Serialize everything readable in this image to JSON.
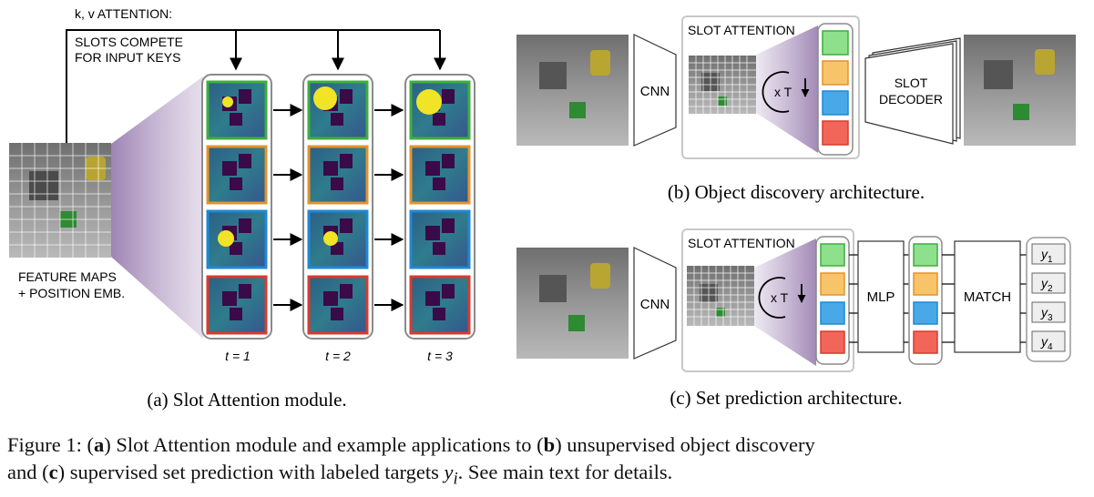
{
  "panel_a": {
    "attention_label": "k, v ATTENTION:",
    "compete_line1": "SLOTS COMPETE",
    "compete_line2": "FOR INPUT KEYS",
    "feature_line1": "FEATURE MAPS",
    "feature_line2": "+ POSITION EMB.",
    "time_labels": [
      "t = 1",
      "t = 2",
      "t = 3"
    ],
    "caption": "(a) Slot Attention module."
  },
  "panel_b": {
    "encoder": "CNN",
    "module_title": "SLOT ATTENTION",
    "iter_label": "x T",
    "decoder_line1": "SLOT",
    "decoder_line2": "DECODER",
    "caption": "(b) Object discovery architecture."
  },
  "panel_c": {
    "encoder": "CNN",
    "module_title": "SLOT ATTENTION",
    "iter_label": "x T",
    "mlp": "MLP",
    "match": "MATCH",
    "targets": [
      "y1",
      "y2",
      "y3",
      "y4"
    ],
    "caption": "(c) Set prediction architecture."
  },
  "slot_colors": [
    "#8fe08c",
    "#f7c46a",
    "#49a9e8",
    "#f2665a"
  ],
  "slot_border_colors": [
    "#3fae3b",
    "#e4932b",
    "#1f88d6",
    "#d93a2e"
  ],
  "figure_caption": {
    "prefix": "Figure 1: (",
    "a": "a",
    "t1": ") Slot Attention module and example applications to (",
    "b": "b",
    "t2": ") unsupervised object discovery",
    "t3": "and (",
    "c": "c",
    "t4": ") supervised set prediction with labeled targets ",
    "y": "y",
    "i": "i",
    "t5": ". See main text for details."
  }
}
